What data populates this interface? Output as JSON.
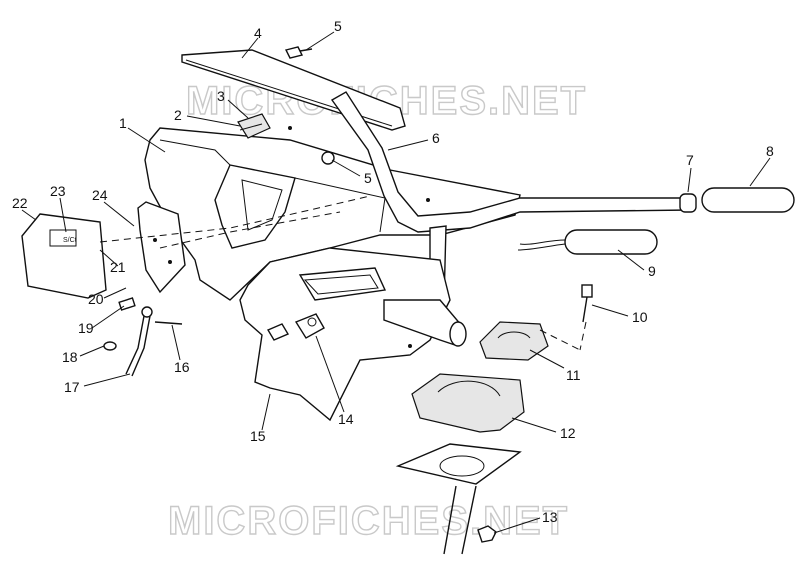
{
  "watermark": {
    "top": "MICROFICHES.NET",
    "bottom": "MICROFICHES.NET"
  },
  "callouts": [
    {
      "id": "1",
      "label": "1"
    },
    {
      "id": "2",
      "label": "2"
    },
    {
      "id": "3",
      "label": "3"
    },
    {
      "id": "4",
      "label": "4"
    },
    {
      "id": "5a",
      "label": "5"
    },
    {
      "id": "5b",
      "label": "5"
    },
    {
      "id": "6",
      "label": "6"
    },
    {
      "id": "7",
      "label": "7"
    },
    {
      "id": "8",
      "label": "8"
    },
    {
      "id": "9",
      "label": "9"
    },
    {
      "id": "10",
      "label": "10"
    },
    {
      "id": "11",
      "label": "11"
    },
    {
      "id": "12",
      "label": "12"
    },
    {
      "id": "13",
      "label": "13"
    },
    {
      "id": "14",
      "label": "14"
    },
    {
      "id": "15",
      "label": "15"
    },
    {
      "id": "16",
      "label": "16"
    },
    {
      "id": "17",
      "label": "17"
    },
    {
      "id": "18",
      "label": "18"
    },
    {
      "id": "19",
      "label": "19"
    },
    {
      "id": "20",
      "label": "20"
    },
    {
      "id": "21",
      "label": "21"
    },
    {
      "id": "22",
      "label": "22"
    },
    {
      "id": "23",
      "label": "23"
    },
    {
      "id": "24",
      "label": "24"
    }
  ],
  "decal_text": "S/Ct",
  "colors": {
    "ink": "#111111",
    "watermark_outline": "#c9c9c9",
    "background": "#ffffff"
  }
}
